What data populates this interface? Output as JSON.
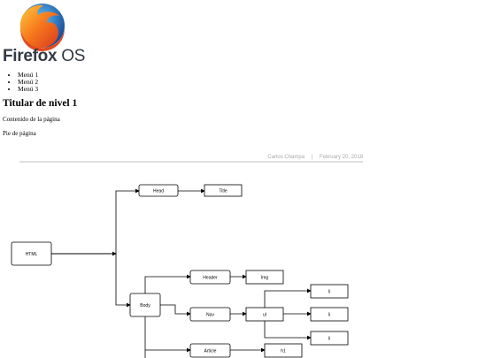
{
  "page": {
    "logo": {
      "wordmark_bold": "Firefox",
      "wordmark_light": "OS",
      "icon": "firefox-logo-icon"
    },
    "menu": [
      "Menú 1",
      "Menú 2",
      "Menú 3"
    ],
    "heading": "Titular de nivel 1",
    "content": "Contenido de la página",
    "footer": "Pie de página"
  },
  "diagram": {
    "author": "Carlos Champa",
    "separator": "|",
    "date": "February 20, 2018",
    "nodes": [
      {
        "id": "html",
        "label": "HTML"
      },
      {
        "id": "head",
        "label": "Head"
      },
      {
        "id": "title",
        "label": "Title"
      },
      {
        "id": "body",
        "label": "Body"
      },
      {
        "id": "header",
        "label": "Header"
      },
      {
        "id": "img",
        "label": "Img"
      },
      {
        "id": "nav",
        "label": "Nav"
      },
      {
        "id": "ul",
        "label": "ul"
      },
      {
        "id": "li1",
        "label": "li"
      },
      {
        "id": "li2",
        "label": "li"
      },
      {
        "id": "li3",
        "label": "li"
      },
      {
        "id": "article",
        "label": "Article"
      },
      {
        "id": "h1",
        "label": "h1"
      }
    ],
    "edges": [
      [
        "html",
        "head"
      ],
      [
        "head",
        "title"
      ],
      [
        "html",
        "body"
      ],
      [
        "body",
        "header"
      ],
      [
        "header",
        "img"
      ],
      [
        "body",
        "nav"
      ],
      [
        "nav",
        "ul"
      ],
      [
        "ul",
        "li1"
      ],
      [
        "ul",
        "li2"
      ],
      [
        "ul",
        "li3"
      ],
      [
        "body",
        "article"
      ],
      [
        "article",
        "h1"
      ]
    ]
  }
}
